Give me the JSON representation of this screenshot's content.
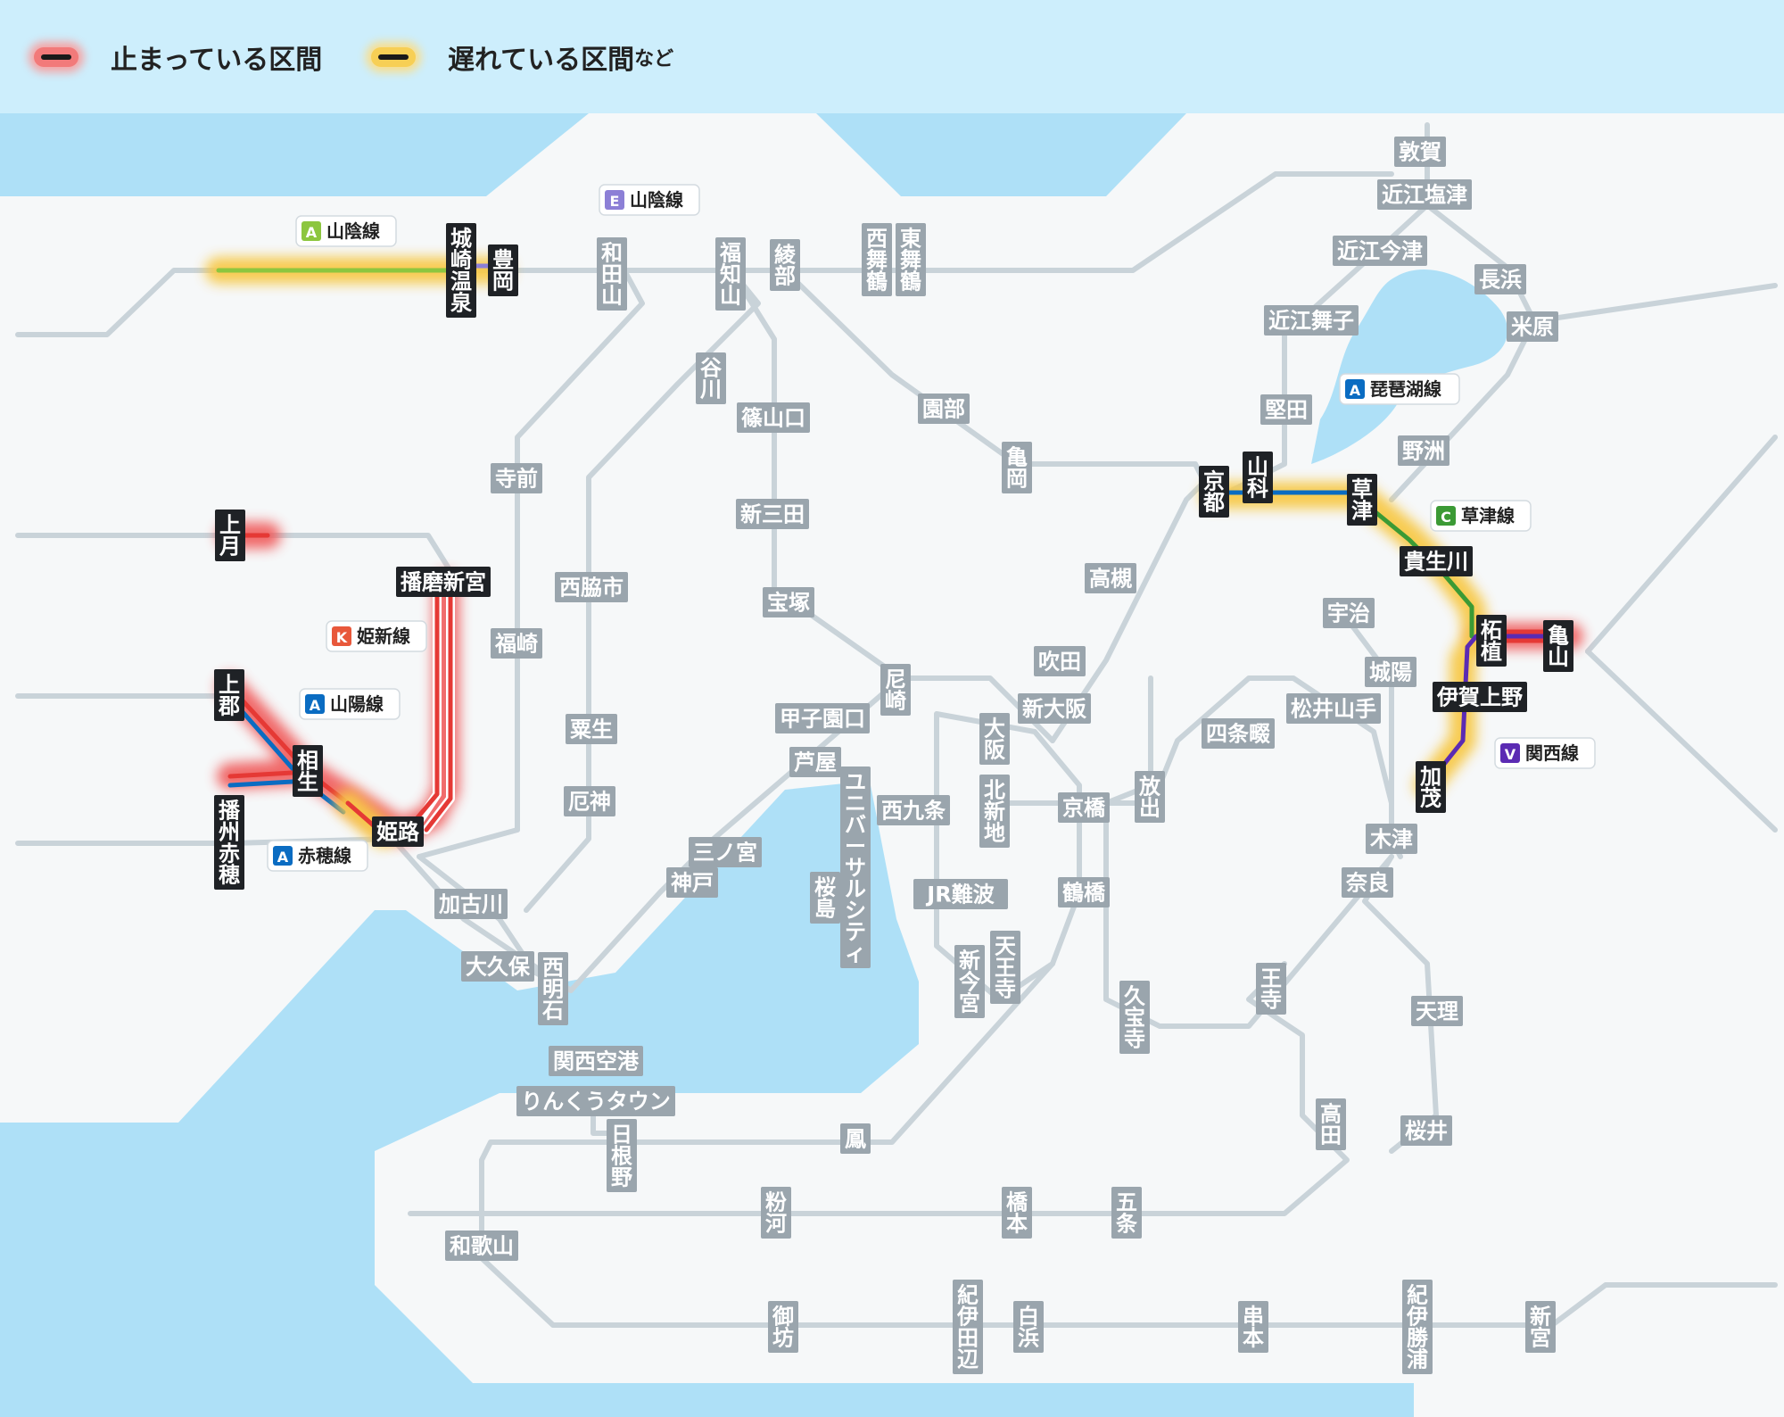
{
  "legend": {
    "stopped": {
      "label": "止まっている区間",
      "color": "#e53935"
    },
    "delayed": {
      "label": "遅れている区間",
      "suffix": "など",
      "color": "#f5c211"
    }
  },
  "colors": {
    "sea": "#aee0f7",
    "land": "#f6f8f9",
    "track": "#c9d3d9",
    "label_bg": "#9aa5ad",
    "label_text": "#ffffff",
    "active_bg": "#1f2226",
    "stop_glow": "#f05a5a",
    "delay_glow": "#f7c948"
  },
  "line_badges": [
    {
      "letter": "A",
      "name": "山陰線",
      "color": "#8cc63f"
    },
    {
      "letter": "E",
      "name": "山陰線",
      "color": "#8c7fd6"
    },
    {
      "letter": "A",
      "name": "琵琶湖線",
      "color": "#0a6cc2"
    },
    {
      "letter": "C",
      "name": "草津線",
      "color": "#3b9a35"
    },
    {
      "letter": "K",
      "name": "姫新線",
      "color": "#e8583b"
    },
    {
      "letter": "A",
      "name": "山陽線",
      "color": "#0a6cc2"
    },
    {
      "letter": "A",
      "name": "赤穂線",
      "color": "#0a6cc2"
    },
    {
      "letter": "V",
      "name": "関西線",
      "color": "#5b2bb3"
    }
  ],
  "stations": [
    {
      "name": "敦賀",
      "active": false
    },
    {
      "name": "近江塩津",
      "active": false
    },
    {
      "name": "近江今津",
      "active": false
    },
    {
      "name": "長浜",
      "active": false
    },
    {
      "name": "近江舞子",
      "active": false
    },
    {
      "name": "米原",
      "active": false
    },
    {
      "name": "堅田",
      "active": false
    },
    {
      "name": "野洲",
      "active": false
    },
    {
      "name": "京都",
      "active": true
    },
    {
      "name": "山科",
      "active": true
    },
    {
      "name": "草津",
      "active": true
    },
    {
      "name": "貴生川",
      "active": true
    },
    {
      "name": "柘植",
      "active": true
    },
    {
      "name": "亀山",
      "active": true
    },
    {
      "name": "伊賀上野",
      "active": true
    },
    {
      "name": "加茂",
      "active": true
    },
    {
      "name": "宇治",
      "active": false
    },
    {
      "name": "城陽",
      "active": false
    },
    {
      "name": "松井山手",
      "active": false
    },
    {
      "name": "木津",
      "active": false
    },
    {
      "name": "奈良",
      "active": false
    },
    {
      "name": "天理",
      "active": false
    },
    {
      "name": "桜井",
      "active": false
    },
    {
      "name": "高田",
      "active": false
    },
    {
      "name": "王寺",
      "active": false
    },
    {
      "name": "五条",
      "active": false
    },
    {
      "name": "橋本",
      "active": false
    },
    {
      "name": "粉河",
      "active": false
    },
    {
      "name": "和歌山",
      "active": false
    },
    {
      "name": "御坊",
      "active": false
    },
    {
      "name": "紀伊田辺",
      "active": false
    },
    {
      "name": "白浜",
      "active": false
    },
    {
      "name": "串本",
      "active": false
    },
    {
      "name": "紀伊勝浦",
      "active": false
    },
    {
      "name": "新宮",
      "active": false
    },
    {
      "name": "日根野",
      "active": false
    },
    {
      "name": "りんくうタウン",
      "active": false
    },
    {
      "name": "関西空港",
      "active": false
    },
    {
      "name": "鳳",
      "active": false
    },
    {
      "name": "天王寺",
      "active": false
    },
    {
      "name": "新今宮",
      "active": false
    },
    {
      "name": "JR難波",
      "active": false
    },
    {
      "name": "久宝寺",
      "active": false
    },
    {
      "name": "鶴橋",
      "active": false
    },
    {
      "name": "京橋",
      "active": false
    },
    {
      "name": "放出",
      "active": false
    },
    {
      "name": "四条畷",
      "active": false
    },
    {
      "name": "北新地",
      "active": false
    },
    {
      "name": "大阪",
      "active": false
    },
    {
      "name": "新大阪",
      "active": false
    },
    {
      "name": "吹田",
      "active": false
    },
    {
      "name": "高槻",
      "active": false
    },
    {
      "name": "西九条",
      "active": false
    },
    {
      "name": "ユニバーサルシティ",
      "active": false
    },
    {
      "name": "桜島",
      "active": false
    },
    {
      "name": "尼崎",
      "active": false
    },
    {
      "name": "甲子園口",
      "active": false
    },
    {
      "name": "芦屋",
      "active": false
    },
    {
      "name": "三ノ宮",
      "active": false
    },
    {
      "name": "神戸",
      "active": false
    },
    {
      "name": "宝塚",
      "active": false
    },
    {
      "name": "新三田",
      "active": false
    },
    {
      "name": "篠山口",
      "active": false
    },
    {
      "name": "谷川",
      "active": false
    },
    {
      "name": "福知山",
      "active": false
    },
    {
      "name": "綾部",
      "active": false
    },
    {
      "name": "西舞鶴",
      "active": false
    },
    {
      "name": "東舞鶴",
      "active": false
    },
    {
      "name": "園部",
      "active": false
    },
    {
      "name": "亀岡",
      "active": false
    },
    {
      "name": "和田山",
      "active": false
    },
    {
      "name": "寺前",
      "active": false
    },
    {
      "name": "福崎",
      "active": false
    },
    {
      "name": "西脇市",
      "active": false
    },
    {
      "name": "粟生",
      "active": false
    },
    {
      "name": "厄神",
      "active": false
    },
    {
      "name": "加古川",
      "active": false
    },
    {
      "name": "大久保",
      "active": false
    },
    {
      "name": "西明石",
      "active": false
    },
    {
      "name": "姫路",
      "active": true
    },
    {
      "name": "相生",
      "active": true
    },
    {
      "name": "上郡",
      "active": true
    },
    {
      "name": "播州赤穂",
      "active": true
    },
    {
      "name": "播磨新宮",
      "active": true
    },
    {
      "name": "上月",
      "active": true
    },
    {
      "name": "城崎温泉",
      "active": true
    },
    {
      "name": "豊岡",
      "active": true
    }
  ]
}
